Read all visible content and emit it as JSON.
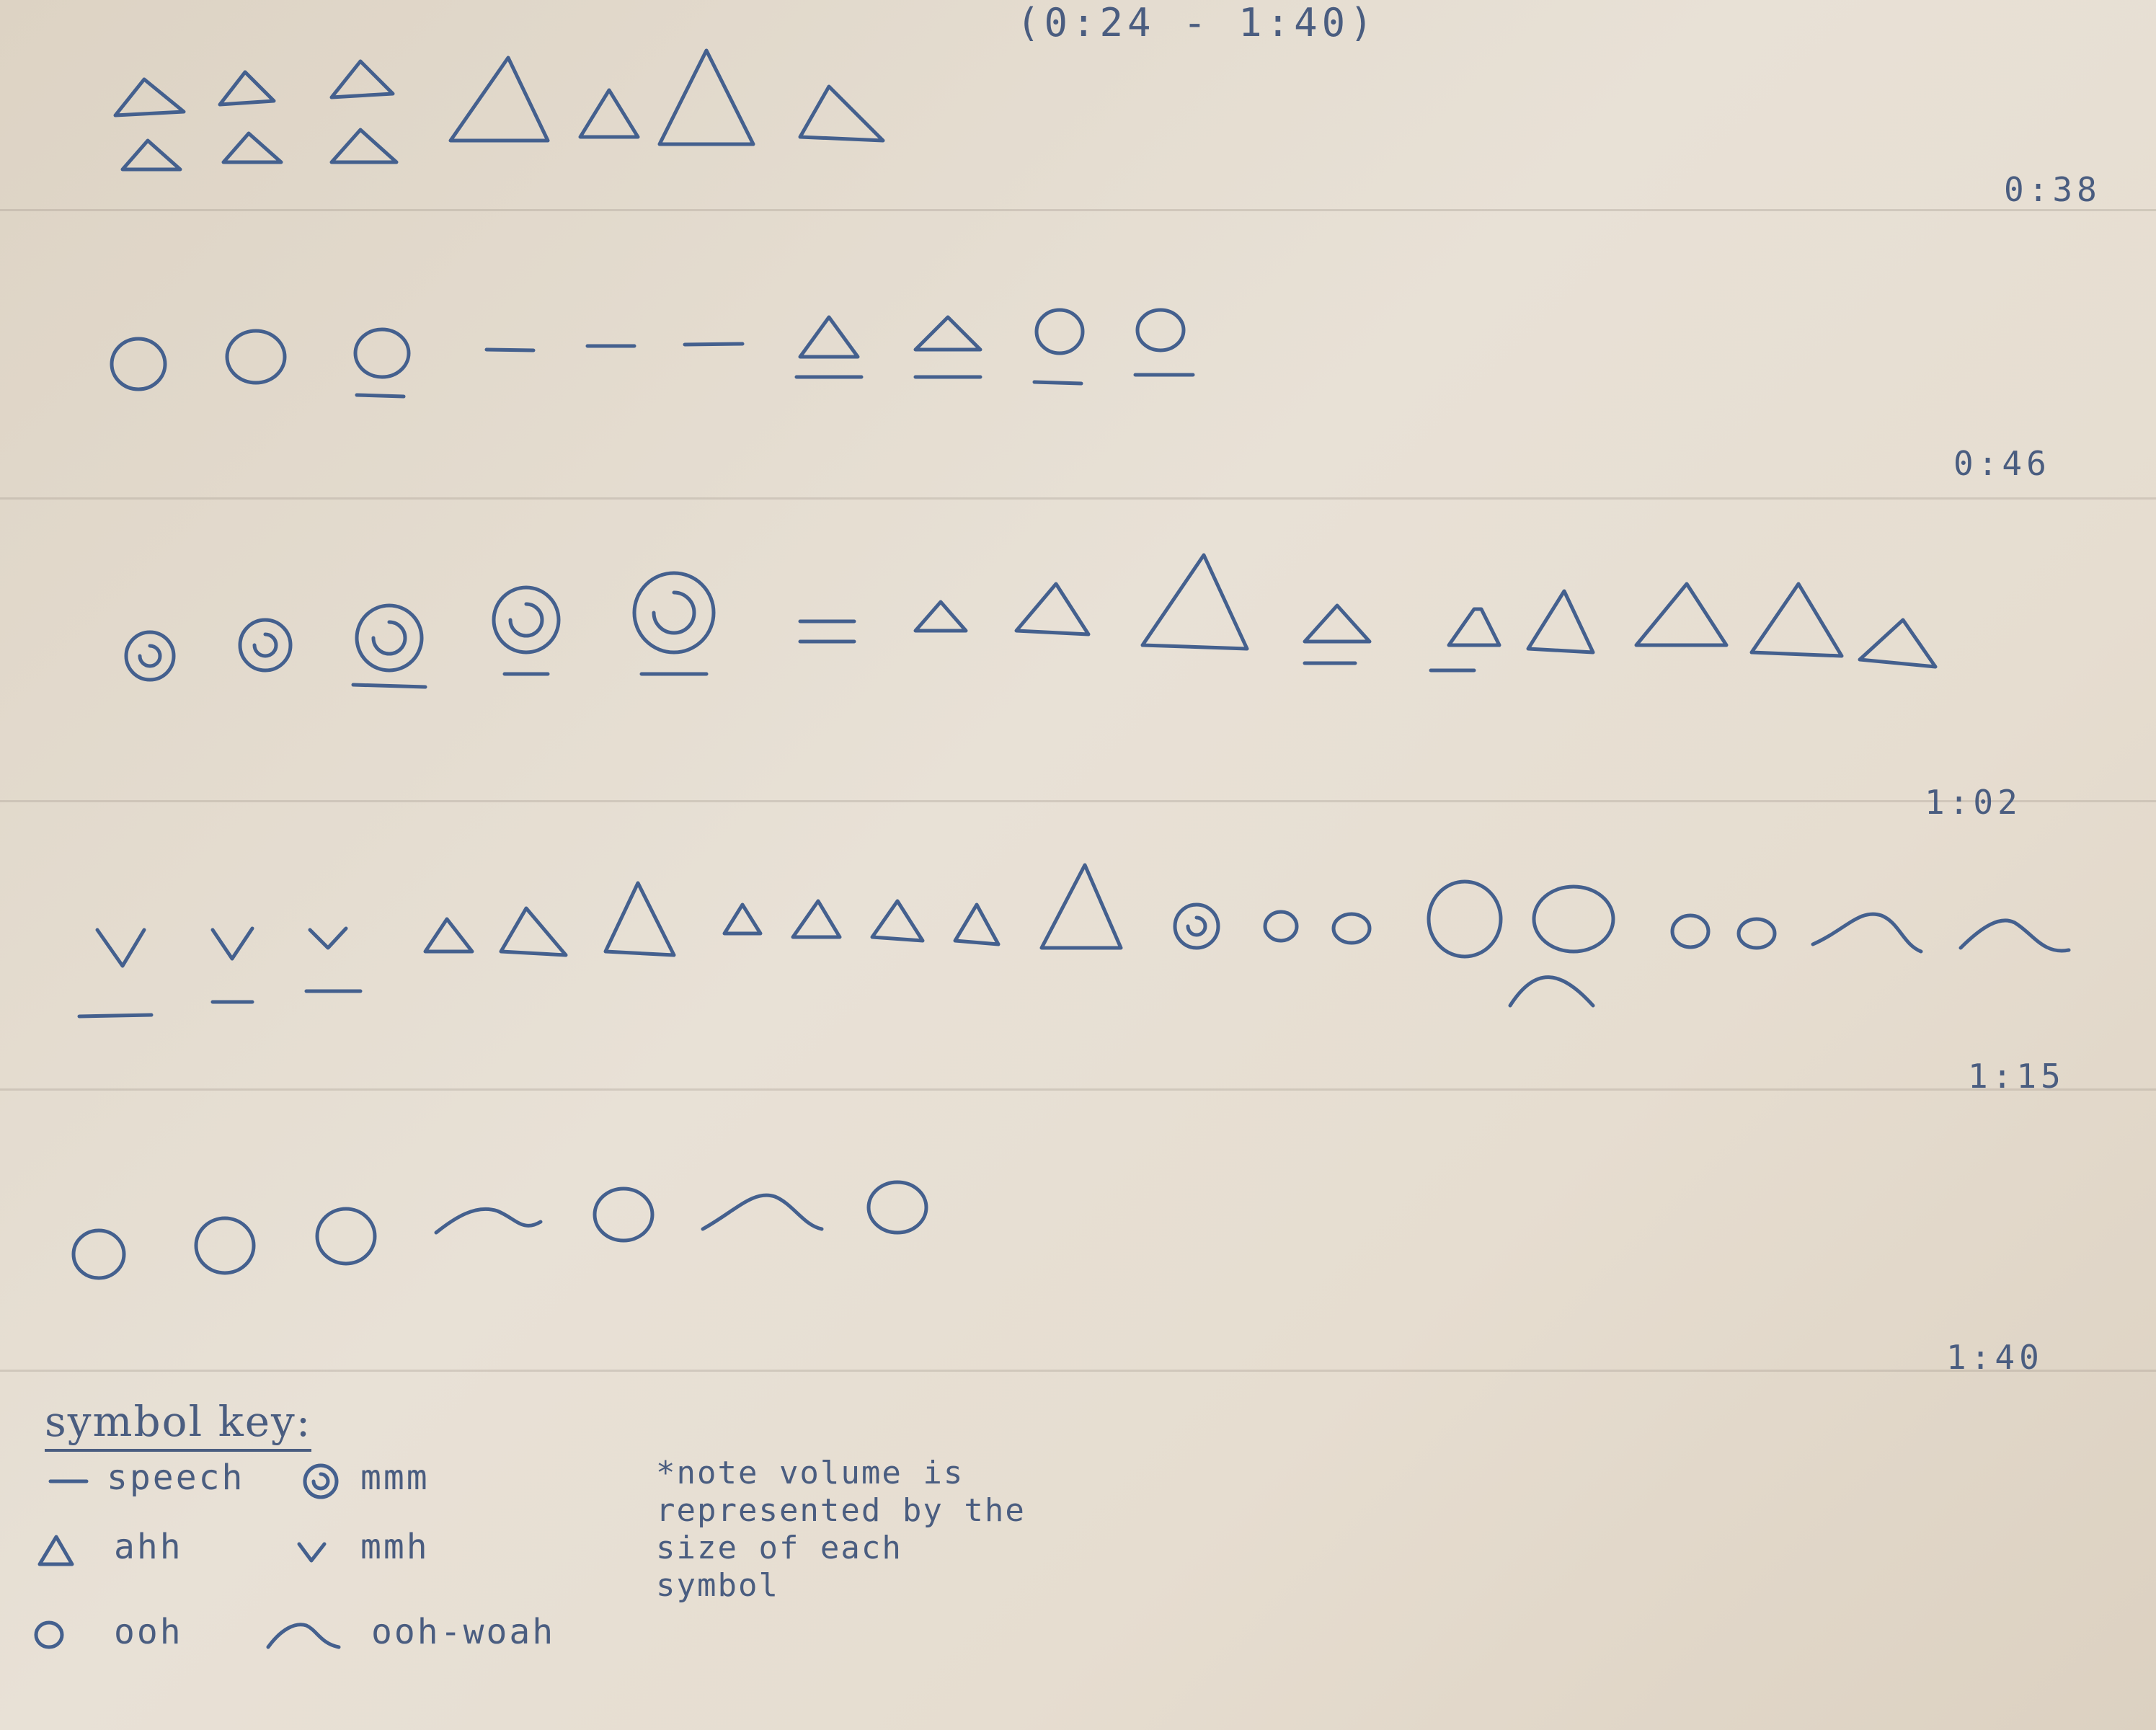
{
  "header": {
    "title": "(0:24 - 1:40)"
  },
  "timestamps": [
    "0:38",
    "0:46",
    "1:02",
    "1:15",
    "1:40"
  ],
  "key": {
    "heading": "symbol key:",
    "items": [
      {
        "icon": "dash-icon",
        "label": "speech"
      },
      {
        "icon": "spiral-icon",
        "label": "mmm"
      },
      {
        "icon": "triangle-icon",
        "label": "ahh"
      },
      {
        "icon": "check-icon",
        "label": "mmh"
      },
      {
        "icon": "circle-icon",
        "label": "ooh"
      },
      {
        "icon": "wave-icon",
        "label": "ooh-woah"
      }
    ],
    "note": "*note volume is represented by the size of each symbol"
  },
  "colors": {
    "ink": "#44608e",
    "paper": "#e6ddd0"
  }
}
